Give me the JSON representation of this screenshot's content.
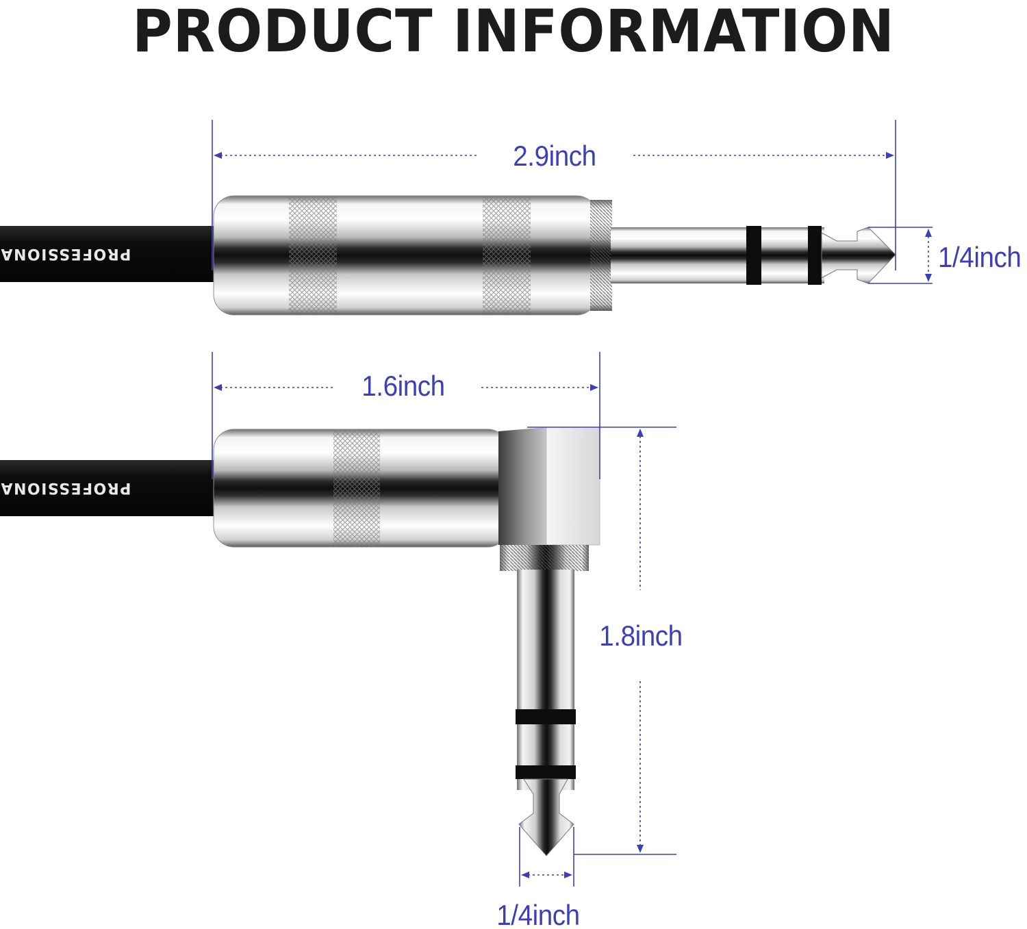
{
  "title": "PRODUCT INFORMATION",
  "dimensions": {
    "straight_length": "2.9inch",
    "straight_diameter": "1/4inch",
    "angled_body_length": "1.6inch",
    "angled_height": "1.8inch",
    "angled_diameter": "1/4inch"
  },
  "cable_print": {
    "top": "PROFESSIONA",
    "bottom": "PROFESSIONA"
  },
  "colors": {
    "dimension": "#3d3fb5",
    "title": "#1c1c1c",
    "cable": "#111111",
    "metal": "#c9c9c9"
  }
}
